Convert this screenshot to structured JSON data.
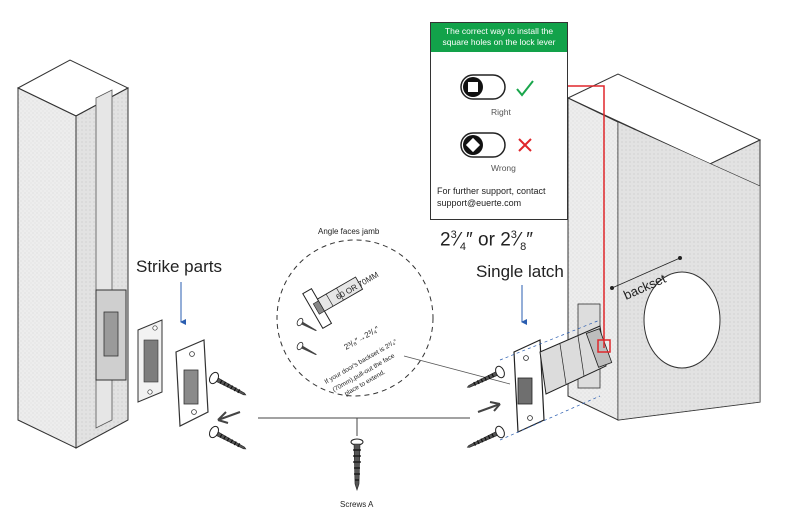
{
  "labels": {
    "strike_parts": "Strike parts",
    "single_latch": "Single latch",
    "backset_size": {
      "whole1": "2",
      "num1": "3",
      "den1": "4",
      "or": "″ or ",
      "whole2": "2",
      "num2": "3",
      "den2": "8",
      "end": "″"
    },
    "angle_faces_jamb": "Angle faces jamb",
    "screws_a": "Screws A",
    "backset": "backset"
  },
  "inset": {
    "size_label": "60 OR 70MM",
    "backset_marks": "2³/₈″→2³/₄″",
    "note_lines": [
      "If your door's backset is 2³/₄″",
      "(70mm),pull-out the face",
      "place to extend."
    ]
  },
  "install_note": {
    "header": "The correct way to install the square holes on the lock lever",
    "right_label": "Right",
    "wrong_label": "Wrong",
    "support_text": "For further support, contact support@euerte.com"
  },
  "colors": {
    "header_green": "#12a24a",
    "check_green": "#1aa64c",
    "cross_red": "#e0262b",
    "pointer_red": "#e0262b",
    "marker_blue": "#2a5db0"
  }
}
